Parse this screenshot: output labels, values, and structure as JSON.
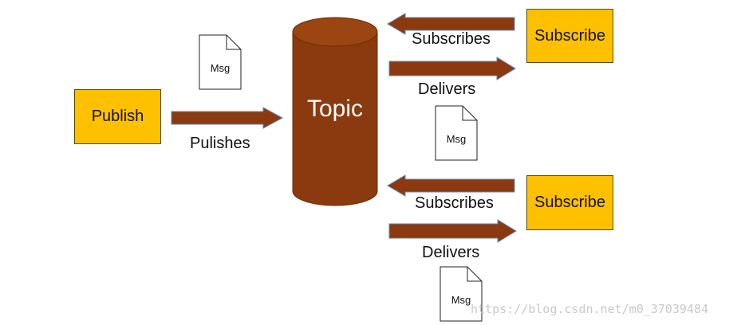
{
  "topic": {
    "label": "Topic"
  },
  "publisher": {
    "label": "Publish",
    "arrow_label": "Pulishes",
    "doc_label": "Msg"
  },
  "subscribers": [
    {
      "label": "Subscribe",
      "subscribes_label": "Subscribes",
      "delivers_label": "Delivers",
      "doc_label": "Msg"
    },
    {
      "label": "Subscribe",
      "subscribes_label": "Subscribes",
      "delivers_label": "Delivers",
      "doc_label": "Msg"
    }
  ],
  "watermark": "https://blog.csdn.net/m0_37039484",
  "colors": {
    "topic_fill": "#8B3A0F",
    "arrow_fill": "#8B3A0F",
    "box_fill": "#FFC000",
    "text": "#111111",
    "watermark": "#c9c9c9"
  }
}
